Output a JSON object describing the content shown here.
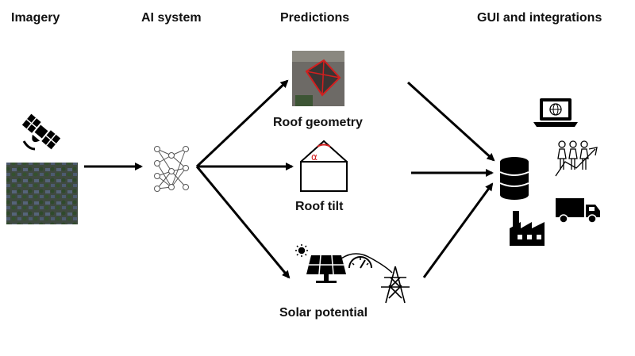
{
  "headers": {
    "imagery": "Imagery",
    "ai_system": "AI system",
    "predictions": "Predictions",
    "gui": "GUI and integrations"
  },
  "predictions": {
    "roof_geometry": "Roof geometry",
    "roof_tilt": "Roof tilt",
    "solar_potential": "Solar potential",
    "tilt_symbol": "α"
  },
  "icons": {
    "imagery": [
      "satellite-icon",
      "aerial-image"
    ],
    "ai_system": [
      "neural-network-icon"
    ],
    "predictions": [
      "roof-geometry-image",
      "roof-tilt-icon",
      "sun-icon",
      "solar-panel-icon",
      "meter-icon",
      "power-pylon-icon"
    ],
    "gui": [
      "laptop-icon",
      "people-growth-icon",
      "database-icon",
      "truck-icon",
      "factory-icon"
    ]
  },
  "colors": {
    "accent": "#d21f1f",
    "ink": "#000000"
  }
}
